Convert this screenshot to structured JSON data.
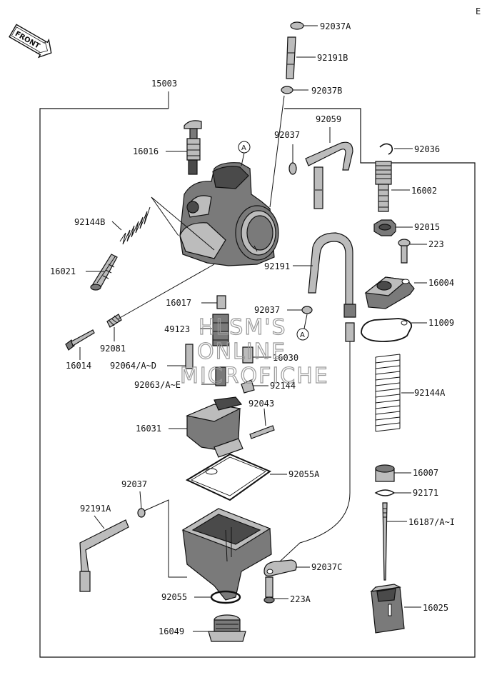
{
  "page_corner_mark": "E",
  "direction_badge": "FRONT",
  "watermark": [
    "HLSM'S",
    "ONLINE",
    "MICROFICHE"
  ],
  "part_labels": {
    "p92037A": "92037A",
    "p92191B": "92191B",
    "p92037B": "92037B",
    "p15003": "15003",
    "p92059": "92059",
    "p92037": "92037",
    "p16016": "16016",
    "p92036": "92036",
    "p16002": "16002",
    "p92144B": "92144B",
    "p92015": "92015",
    "p223": "223",
    "p16021": "16021",
    "p92191": "92191",
    "p16004": "16004",
    "p16017": "16017",
    "p92037_2": "92037",
    "p11009": "11009",
    "p49123": "49123",
    "p92081": "92081",
    "p16030": "16030",
    "p16014": "16014",
    "p92064": "92064/A~D",
    "p92063": "92063/A~E",
    "p92144": "92144",
    "p92144A": "92144A",
    "p92043": "92043",
    "p16031": "16031",
    "p92055A": "92055A",
    "p16007": "16007",
    "p92037_3": "92037",
    "p92171": "92171",
    "p92191A": "92191A",
    "p16187": "16187/A~I",
    "p92037C": "92037C",
    "p92055": "92055",
    "p223A": "223A",
    "p16025": "16025",
    "p16049": "16049"
  },
  "callouts": {
    "a1": "A",
    "a2": "A"
  }
}
